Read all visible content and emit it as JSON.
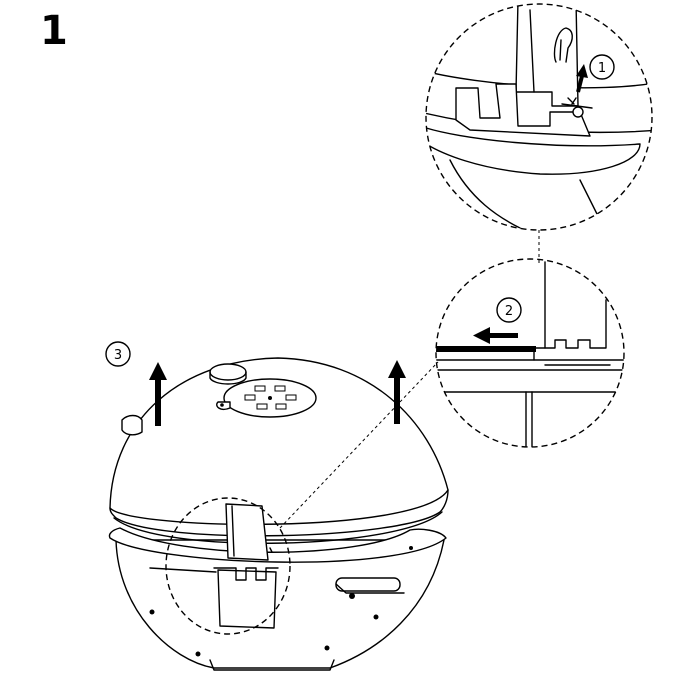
{
  "step": {
    "number": "1"
  },
  "callouts": [
    {
      "id": "1",
      "label": "1"
    },
    {
      "id": "2",
      "label": "2"
    },
    {
      "id": "3",
      "label": "3"
    }
  ],
  "colors": {
    "line": "#000000",
    "fill": "#ffffff"
  }
}
